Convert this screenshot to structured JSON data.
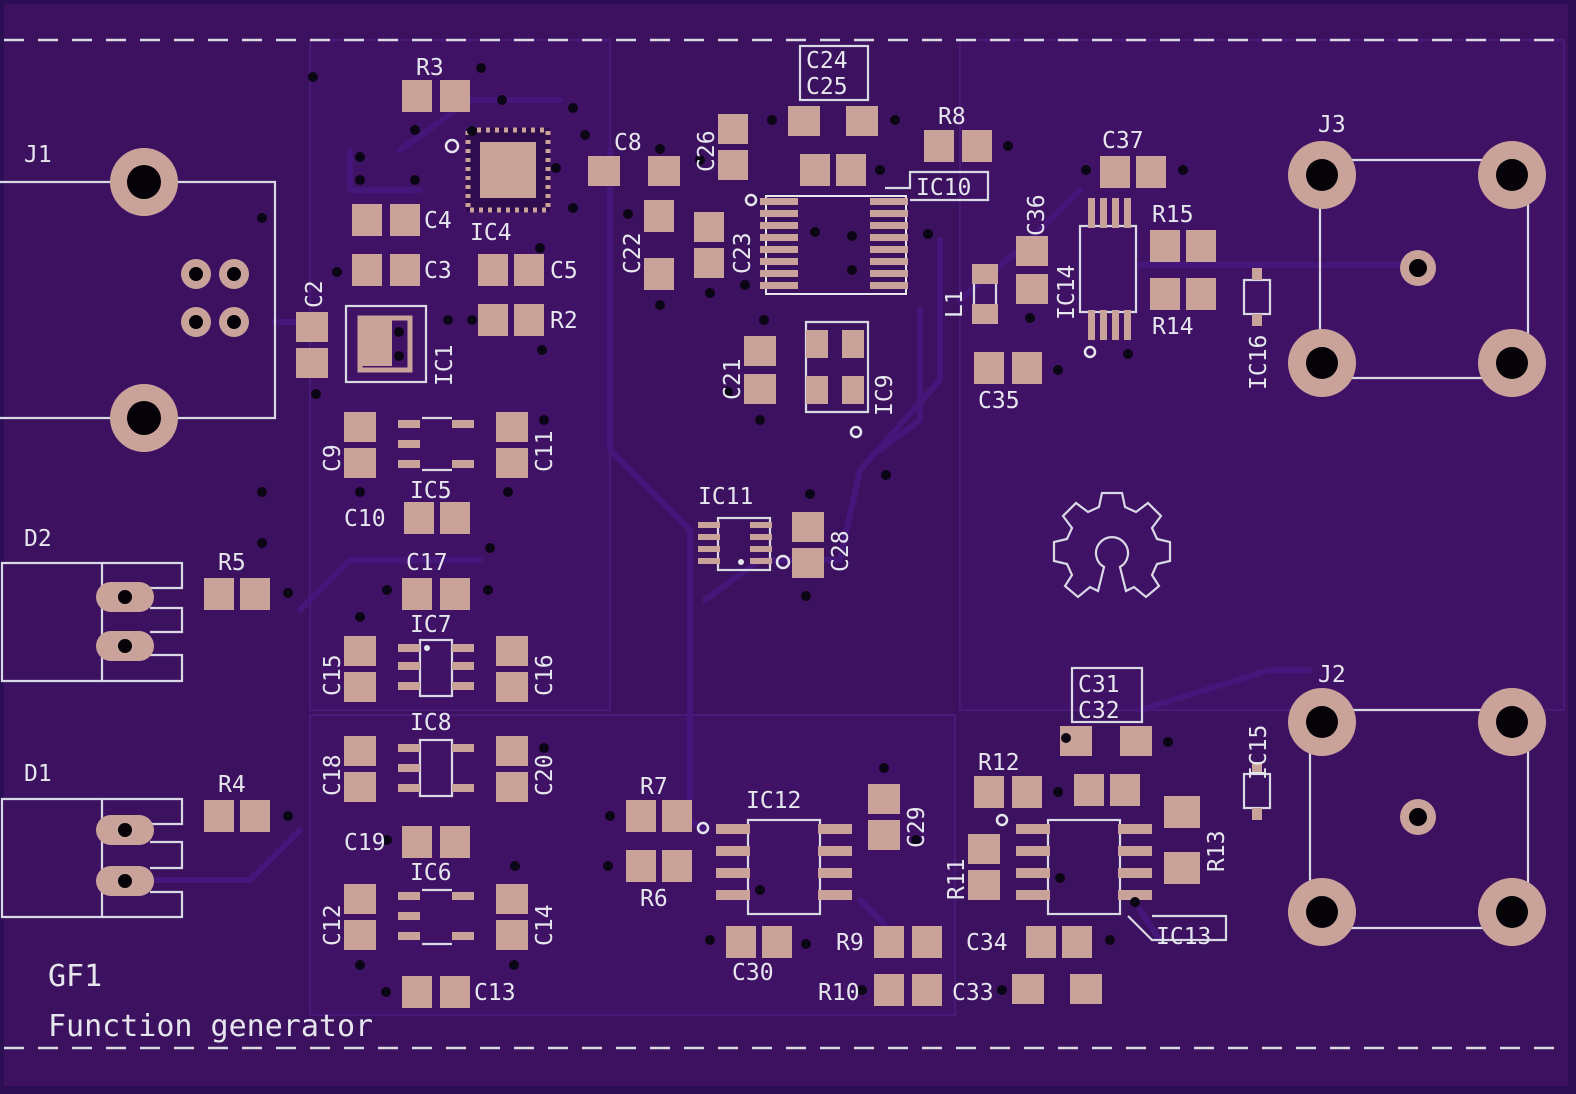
{
  "board": {
    "title": "GF1",
    "subtitle": "Function generator",
    "colors": {
      "board": "#3c115f",
      "copper_pad": "#c9a39a",
      "silkscreen": "#e6e6ee",
      "background": "#2a0d52"
    }
  },
  "connectors": {
    "j1": "J1",
    "j2": "J2",
    "j3": "J3",
    "d1": "D1",
    "d2": "D2"
  },
  "components": {
    "r2": "R2",
    "r3": "R3",
    "r4": "R4",
    "r5": "R5",
    "r6": "R6",
    "r7": "R7",
    "r8": "R8",
    "r9": "R9",
    "r10": "R10",
    "r11": "R11",
    "r12": "R12",
    "r13": "R13",
    "r14": "R14",
    "r15": "R15",
    "c2": "C2",
    "c3": "C3",
    "c4": "C4",
    "c5": "C5",
    "c8": "C8",
    "c9": "C9",
    "c10": "C10",
    "c11": "C11",
    "c12": "C12",
    "c13": "C13",
    "c14": "C14",
    "c15": "C15",
    "c16": "C16",
    "c17": "C17",
    "c18": "C18",
    "c19": "C19",
    "c20": "C20",
    "c21": "C21",
    "c22": "C22",
    "c23": "C23",
    "c24": "C24",
    "c25": "C25",
    "c26": "C26",
    "c28": "C28",
    "c29": "C29",
    "c30": "C30",
    "c31": "C31",
    "c32": "C32",
    "c33": "C33",
    "c34": "C34",
    "c35": "C35",
    "c36": "C36",
    "c37": "C37",
    "l1": "L1",
    "ic1": "IC1",
    "ic4": "IC4",
    "ic5": "IC5",
    "ic6": "IC6",
    "ic7": "IC7",
    "ic8": "IC8",
    "ic9": "IC9",
    "ic10": "IC10",
    "ic11": "IC11",
    "ic12": "IC12",
    "ic13": "IC13",
    "ic14": "IC14",
    "ic15": "IC15",
    "ic16": "IC16"
  }
}
